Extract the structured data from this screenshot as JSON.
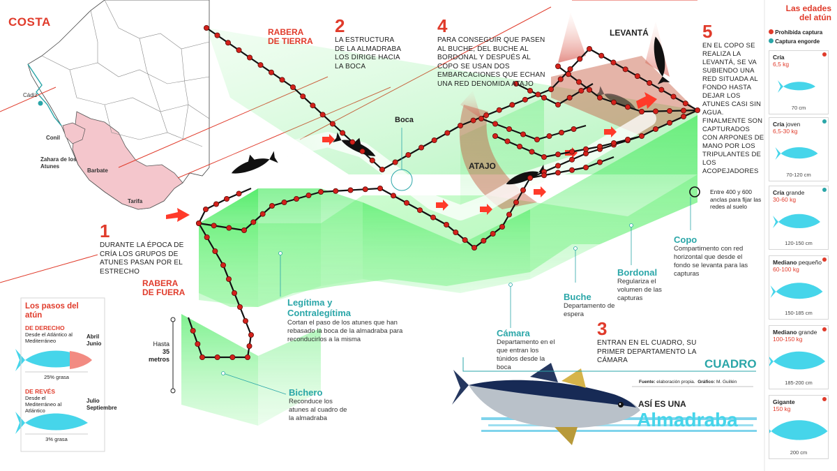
{
  "colors": {
    "accent": "#e03b2b",
    "teal": "#2aa6a8",
    "net_green": "#2fe84a",
    "tuna_cyan": "#46d5ea"
  },
  "map": {
    "title": "COSTA",
    "places": [
      "Cádiz",
      "Conil",
      "Zahara de los Atunes",
      "Barbate",
      "Tarifa"
    ]
  },
  "structure": {
    "rabera_tierra": "RABERA DE TIERRA",
    "rabera_fuera": "RABERA DE FUERA",
    "boca": "Boca",
    "atajo": "ATAJO",
    "levanta": "LEVANTÁ",
    "cuadro": "CUADRO",
    "hasta": "Hasta",
    "hasta_depth": "35 metros",
    "anchors": "Entre 400 y 600 anclas para fijar las redes al suelo"
  },
  "steps": {
    "s1": {
      "num": "1",
      "text": "DURANTE LA ÉPOCA DE CRÍA LOS GRUPOS DE ATUNES PASAN POR EL ESTRECHO"
    },
    "s2": {
      "num": "2",
      "text": "LA ESTRUCTURA DE LA ALMADRABA LOS DIRIGE HACIA LA BOCA"
    },
    "s3": {
      "num": "3",
      "text": "ENTRAN EN EL CUADRO, SU PRIMER DEPARTAMENTO LA CÁMARA"
    },
    "s4": {
      "num": "4",
      "text": "PARA CONSEGUIR QUE PASEN AL BUCHE, DEL BUCHE AL BORDONAL Y DESPUÉS AL COPO SE USAN DOS EMBARCACIONES QUE ECHAN UNA RED DENOMIDA ATAJO"
    },
    "s5": {
      "num": "5",
      "text": "EN EL COPO SE REALIZA LA LEVANTÁ, SE VA SUBIENDO UNA RED SITUADA AL FONDO HASTA DEJAR LOS ATUNES CASI SIN AGUA. FINALMENTE SON CAPTURADOS CON ARPONES DE MANO POR LOS TRIPULANTES DE LOS ACOPEJADORES"
    }
  },
  "compartments": [
    {
      "name": "Legítima y Contralegítima",
      "desc": "Cortan el paso de los atunes que han rebasado la boca de la almadraba para reconducirlos a la misma"
    },
    {
      "name": "Bichero",
      "desc": "Reconduce los atunes al cuadro de la almadraba"
    },
    {
      "name": "Cámara",
      "desc": "Departamento en el que entran los túnidos desde la boca"
    },
    {
      "name": "Buche",
      "desc": "Departamento de espera"
    },
    {
      "name": "Bordonal",
      "desc": "Regulariza el volumen de las capturas"
    },
    {
      "name": "Copo",
      "desc": "Compartimento con red horizontal que desde el fondo se levanta para las capturas"
    }
  ],
  "pasos": {
    "title": "Los pasos del atún",
    "derecho": {
      "label": "DE DERECHO",
      "desc": "Desde el Atlántico al Mediterráneo",
      "months": "Abril Junio",
      "fat": "25% grasa"
    },
    "reves": {
      "label": "DE REVÉS",
      "desc": "Desde el Mediterráneo al Atlántico",
      "months": "Julio Septiembre",
      "fat": "3% grasa"
    }
  },
  "edades": {
    "title": "Las edades del atún",
    "legend_prohibida": "Prohibida captura",
    "legend_engorde": "Captura engorde",
    "cards": [
      {
        "name": "Cría",
        "qual": "",
        "weight": "6,5 kg",
        "size": "70 cm",
        "status": "prohibida"
      },
      {
        "name": "Cría",
        "qual": "joven",
        "weight": "6,5-30 kg",
        "size": "70-120 cm",
        "status": "engorde"
      },
      {
        "name": "Cría",
        "qual": "grande",
        "weight": "30-60 kg",
        "size": "120-150 cm",
        "status": "engorde"
      },
      {
        "name": "Mediano",
        "qual": "pequeño",
        "weight": "60-100 kg",
        "size": "150-185 cm",
        "status": "prohibida"
      },
      {
        "name": "Mediano",
        "qual": "grande",
        "weight": "100-150 kg",
        "size": "185-200 cm",
        "status": "prohibida"
      },
      {
        "name": "Gigante",
        "qual": "",
        "weight": "150 kg",
        "size": "200 cm",
        "status": "prohibida"
      }
    ]
  },
  "footer": {
    "fuente_label": "Fuente:",
    "fuente": "elaboración propia.",
    "grafico_label": "Gráfico:",
    "grafico": "M. Guillén",
    "asi": "ASÍ ES UNA",
    "title": "Almadraba"
  }
}
